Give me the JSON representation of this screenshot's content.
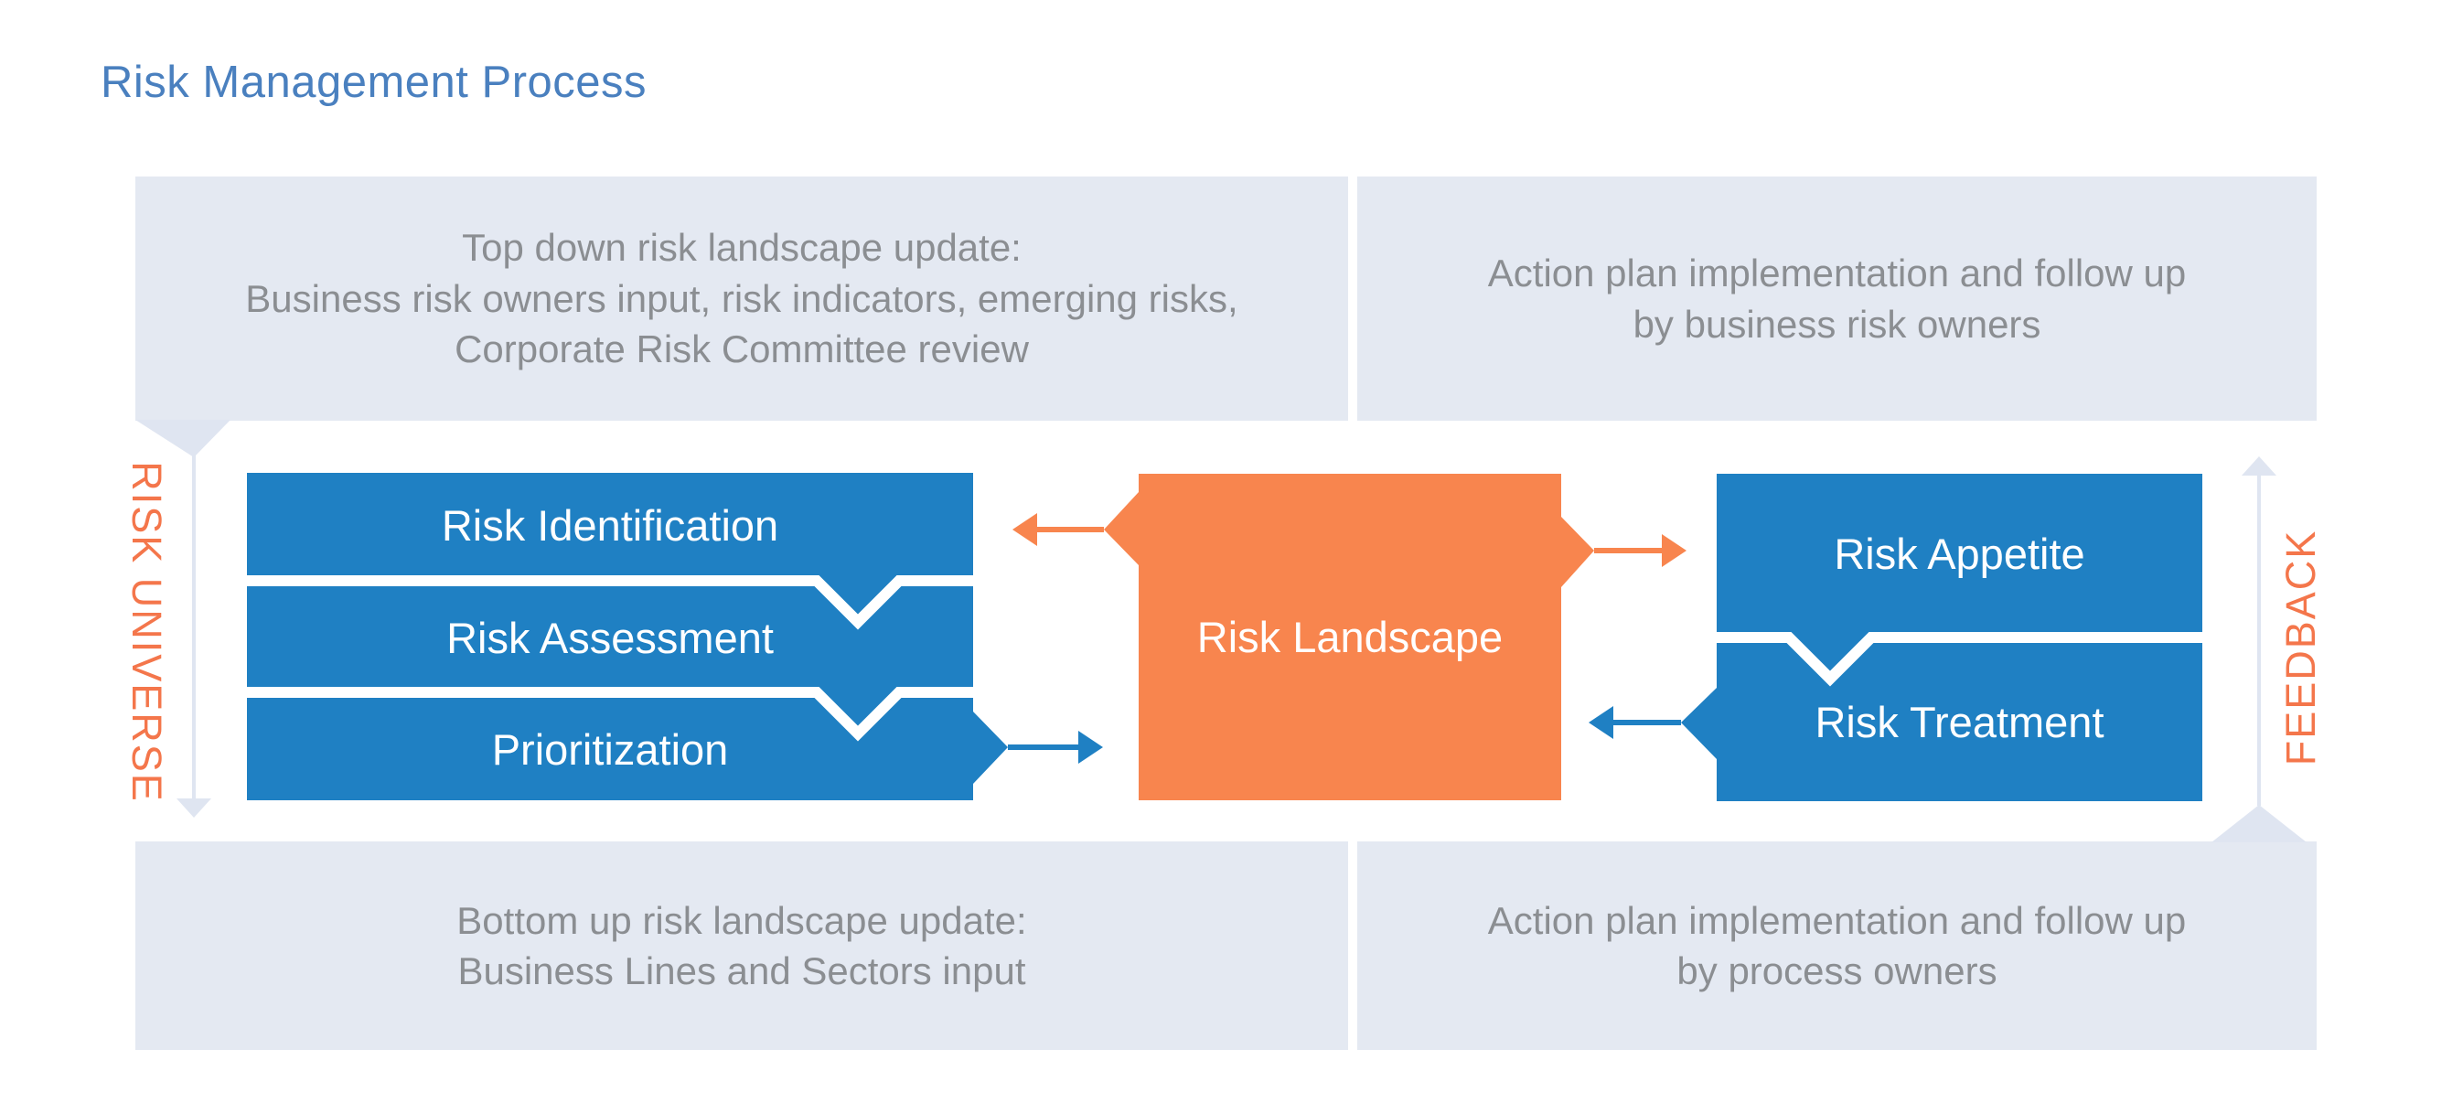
{
  "title": "Risk Management Process",
  "panels": {
    "top_left": {
      "lines": [
        "Top down risk landscape update:",
        "Business risk owners input, risk indicators, emerging risks,",
        "Corporate Risk Committee review"
      ]
    },
    "top_right": {
      "lines": [
        "Action plan implementation and follow up",
        "by business risk owners"
      ]
    },
    "bottom_left": {
      "lines": [
        "Bottom up risk landscape update:",
        "Business Lines and Sectors input"
      ]
    },
    "bottom_right": {
      "lines": [
        "Action plan implementation and follow up",
        "by process owners"
      ]
    }
  },
  "flow": {
    "left_axis_label": "RISK UNIVERSE",
    "right_axis_label": "FEEDBACK",
    "left_steps": [
      "Risk Identification",
      "Risk Assessment",
      "Prioritization"
    ],
    "center_step": "Risk Landscape",
    "right_steps": [
      "Risk Appetite",
      "Risk Treatment"
    ]
  },
  "colors": {
    "title_blue": "#4a80bf",
    "panel_background": "#e4e9f2",
    "panel_text_gray": "#8b8e92",
    "process_blue": "#1f80c3",
    "landscape_orange": "#f8854e",
    "axis_label_orange": "#f4764b",
    "flow_line_lavender": "#dfe5f1",
    "box_text_white": "#ffffff"
  }
}
